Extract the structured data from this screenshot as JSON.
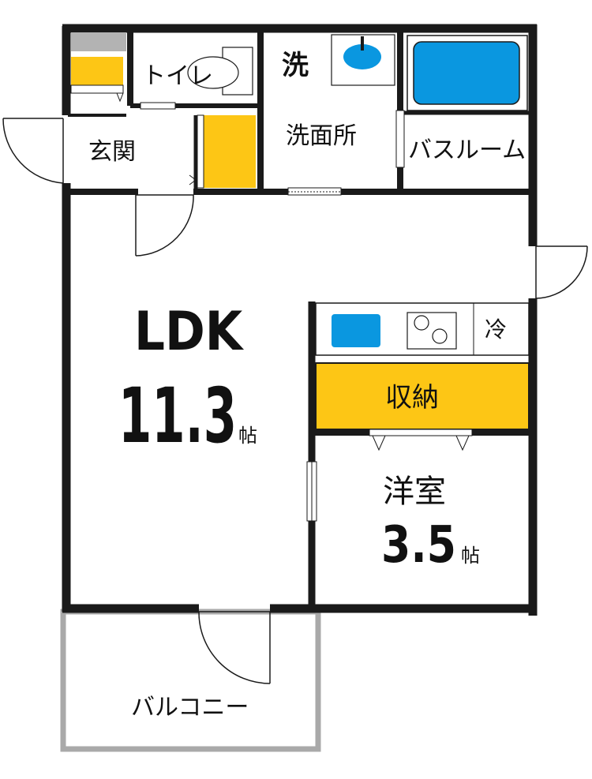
{
  "colors": {
    "wall": "#1a1a1a",
    "storage": "#fdc615",
    "fixture_blue": "#0a97e0",
    "balcony_wall": "#a9a9a9",
    "gray_block": "#b3b3b3"
  },
  "rooms": {
    "toilet": "トイレ",
    "washroom_mark": "洗",
    "washroom": "洗面所",
    "bathroom": "バスルーム",
    "entrance": "玄関",
    "ldk_name": "LDK",
    "ldk_size": "11.3",
    "ldk_unit": "帖",
    "fridge": "冷",
    "storage": "収納",
    "western_name": "洋室",
    "western_size": "3.5",
    "western_unit": "帖",
    "balcony": "バルコニー"
  }
}
